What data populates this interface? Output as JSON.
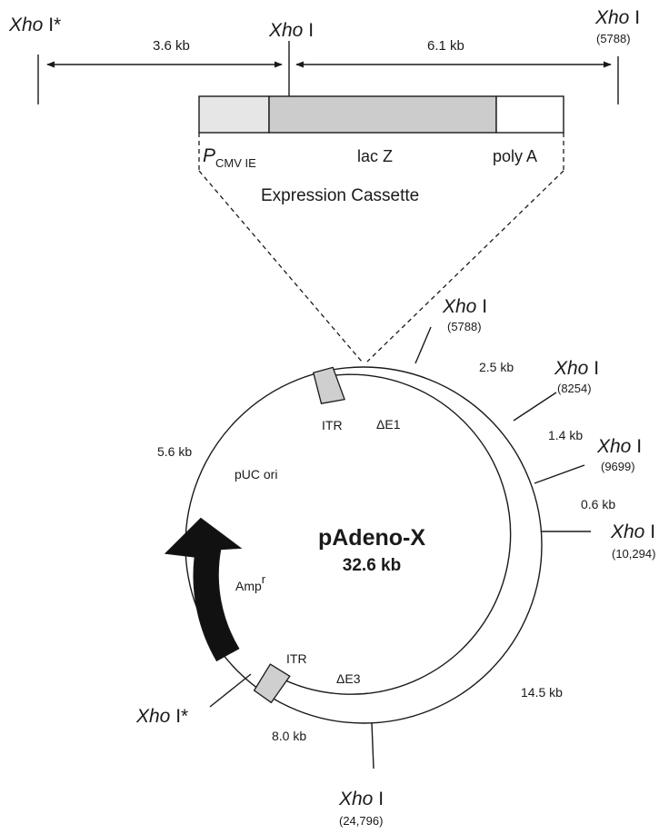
{
  "map": {
    "title": "pAdeno-X",
    "size": "32.6 kb"
  },
  "cassette": {
    "label": "Expression Cassette",
    "promoter": "P",
    "promoter_sub": "CMV IE",
    "gene": "lac Z",
    "polya": "poly A",
    "site_left": {
      "italic": "Xho",
      "rest": " I*"
    },
    "site_mid": {
      "italic": "Xho",
      "rest": " I"
    },
    "site_right": {
      "italic": "Xho",
      "rest": " I",
      "pos": "(5788)"
    },
    "dist_left": "3.6 kb",
    "dist_right": "6.1 kb"
  },
  "sites": [
    {
      "italic": "Xho",
      "rest": " I",
      "pos": "(5788)"
    },
    {
      "italic": "Xho",
      "rest": " I",
      "pos": "(8254)"
    },
    {
      "italic": "Xho",
      "rest": " I",
      "pos": "(9699)"
    },
    {
      "italic": "Xho",
      "rest": " I",
      "pos": "(10,294)"
    },
    {
      "italic": "Xho",
      "rest": " I",
      "pos": "(24,796)"
    },
    {
      "italic": "Xho",
      "rest": " I*"
    }
  ],
  "distances": [
    "2.5 kb",
    "1.4 kb",
    "0.6 kb",
    "14.5 kb",
    "8.0 kb",
    "5.6 kb"
  ],
  "features": {
    "itr_top": "ITR",
    "delta_e1": "ΔE1",
    "puc": "pUC ori",
    "amp": "Amp",
    "amp_sup": "r",
    "itr_bottom": "ITR",
    "delta_e3": "ΔE3"
  },
  "colors": {
    "stroke": "#1a1a1a",
    "promoter_fill": "#e6e6e6",
    "lacz_fill": "#cccccc",
    "itr_fill": "#cfcfcf",
    "amp_fill": "#111111"
  }
}
